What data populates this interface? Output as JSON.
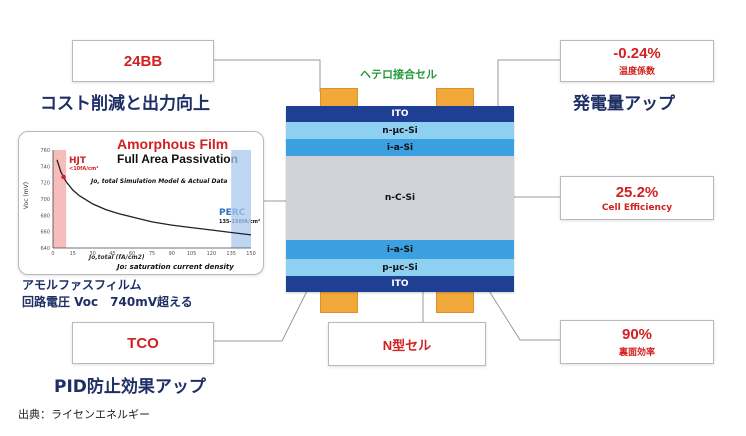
{
  "cell_label": "ヘテロ接合セル",
  "layers": {
    "ito_top": "ITO",
    "n_uc_si": "n-μc-Si",
    "i_a_si_top": "i-a-Si",
    "n_c_si": "n-C-Si",
    "i_a_si_bottom": "i-a-Si",
    "p_uc_si": "p-μc-Si",
    "ito_bottom": "ITO"
  },
  "callouts": {
    "busbar": {
      "value": "24BB",
      "caption": "コスト削減と出力向上"
    },
    "temp_coef": {
      "value": "-0.24%",
      "sub": "温度係数",
      "caption": "発電量アップ"
    },
    "efficiency": {
      "value": "25.2%",
      "sub": "Cell Efficiency"
    },
    "tco": {
      "value": "TCO",
      "caption": "PID防止効果アップ"
    },
    "n_type": {
      "value": "N型セル"
    },
    "bifacial": {
      "value": "90%",
      "sub": "裏面効率"
    }
  },
  "amorphous": {
    "title": "Amorphous Film",
    "subtitle": "Full Area Passivation",
    "model_text": "Jo, total Simulation Model & Actual Data",
    "hjt_label": "HJT",
    "hjt_sub": "<10fA/cm²",
    "perc_label": "PERC",
    "perc_sub": "135-150fA/cm²",
    "y_axis_label": "Voc (mV)",
    "x_axis_label": "Jo,total (fA/cm2)",
    "x_axis_note": "Jo: saturation current density",
    "caption_line1": "アモルファスフィルム",
    "caption_line2": "回路電圧 Voc　740mV超える"
  },
  "source": "出典：ライセンエネルギー",
  "colors": {
    "ito": "#1f3f94",
    "blue_layer": "#3aa0df",
    "light_blue": "#8ed0f2",
    "core": "#cfd2d8",
    "tab": "#f2a93b",
    "red": "#d32020",
    "navy_text": "#1f2f66",
    "cell_label_green": "#1f9a3a"
  },
  "chart_data": {
    "type": "line",
    "title": "Amorphous Film",
    "subtitle": "Full Area Passivation",
    "xlabel": "Jo,total (fA/cm2)",
    "ylabel": "Voc (mV)",
    "x_ticks": [
      0,
      15,
      30,
      45,
      60,
      75,
      90,
      105,
      120,
      135,
      150
    ],
    "y_ticks": [
      640,
      660,
      680,
      700,
      720,
      740,
      760
    ],
    "xlim": [
      0,
      150
    ],
    "ylim": [
      640,
      760
    ],
    "series": [
      {
        "x": [
          3,
          6,
          10,
          15,
          20,
          30,
          40,
          50,
          60,
          75,
          90,
          105,
          120,
          135,
          150
        ],
        "y": [
          748,
          733,
          721,
          711,
          704,
          694,
          687,
          682,
          678,
          672,
          668,
          665,
          662,
          659,
          656
        ]
      }
    ],
    "grid": false
  }
}
